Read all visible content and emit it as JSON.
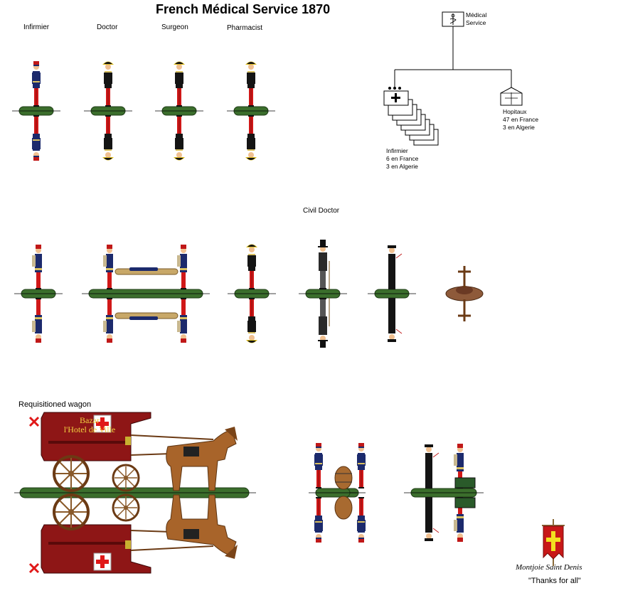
{
  "title": "French Médical Service 1870",
  "row1_labels": [
    "Infirmier",
    "Doctor",
    "Surgeon",
    "Pharmacist"
  ],
  "org_chart": {
    "root": {
      "line1": "Médical",
      "line2": "Service"
    },
    "infirmier": {
      "line1": "Infirmier",
      "line2": "6 en France",
      "line3": "3 en Algerie"
    },
    "hopitaux": {
      "line1": "Hopitaux",
      "line2": "47 en France",
      "line3": "3 en Algerie"
    }
  },
  "civil_doctor_label": "Civil Doctor",
  "wagon_label": "Requisitioned wagon",
  "wagon_sign": {
    "line1": "Bazar",
    "line2": "l'Hotel de Ville"
  },
  "motto": "Montjoie Saint Denis",
  "thanks": "\"Thanks for all\"",
  "colors": {
    "base_green": "#3b6e2c",
    "trousers_red": "#d01818",
    "coat_blue": "#1c2a6c",
    "coat_black": "#141414",
    "wagon_red": "#8e1616",
    "horse_brown": "#a8642a",
    "banner_red": "#c81818",
    "banner_cross": "#f2e020"
  },
  "icons": [
    "caduceus-icon",
    "red-cross-icon",
    "hospital-icon",
    "x-mark-icon",
    "banner-icon"
  ]
}
